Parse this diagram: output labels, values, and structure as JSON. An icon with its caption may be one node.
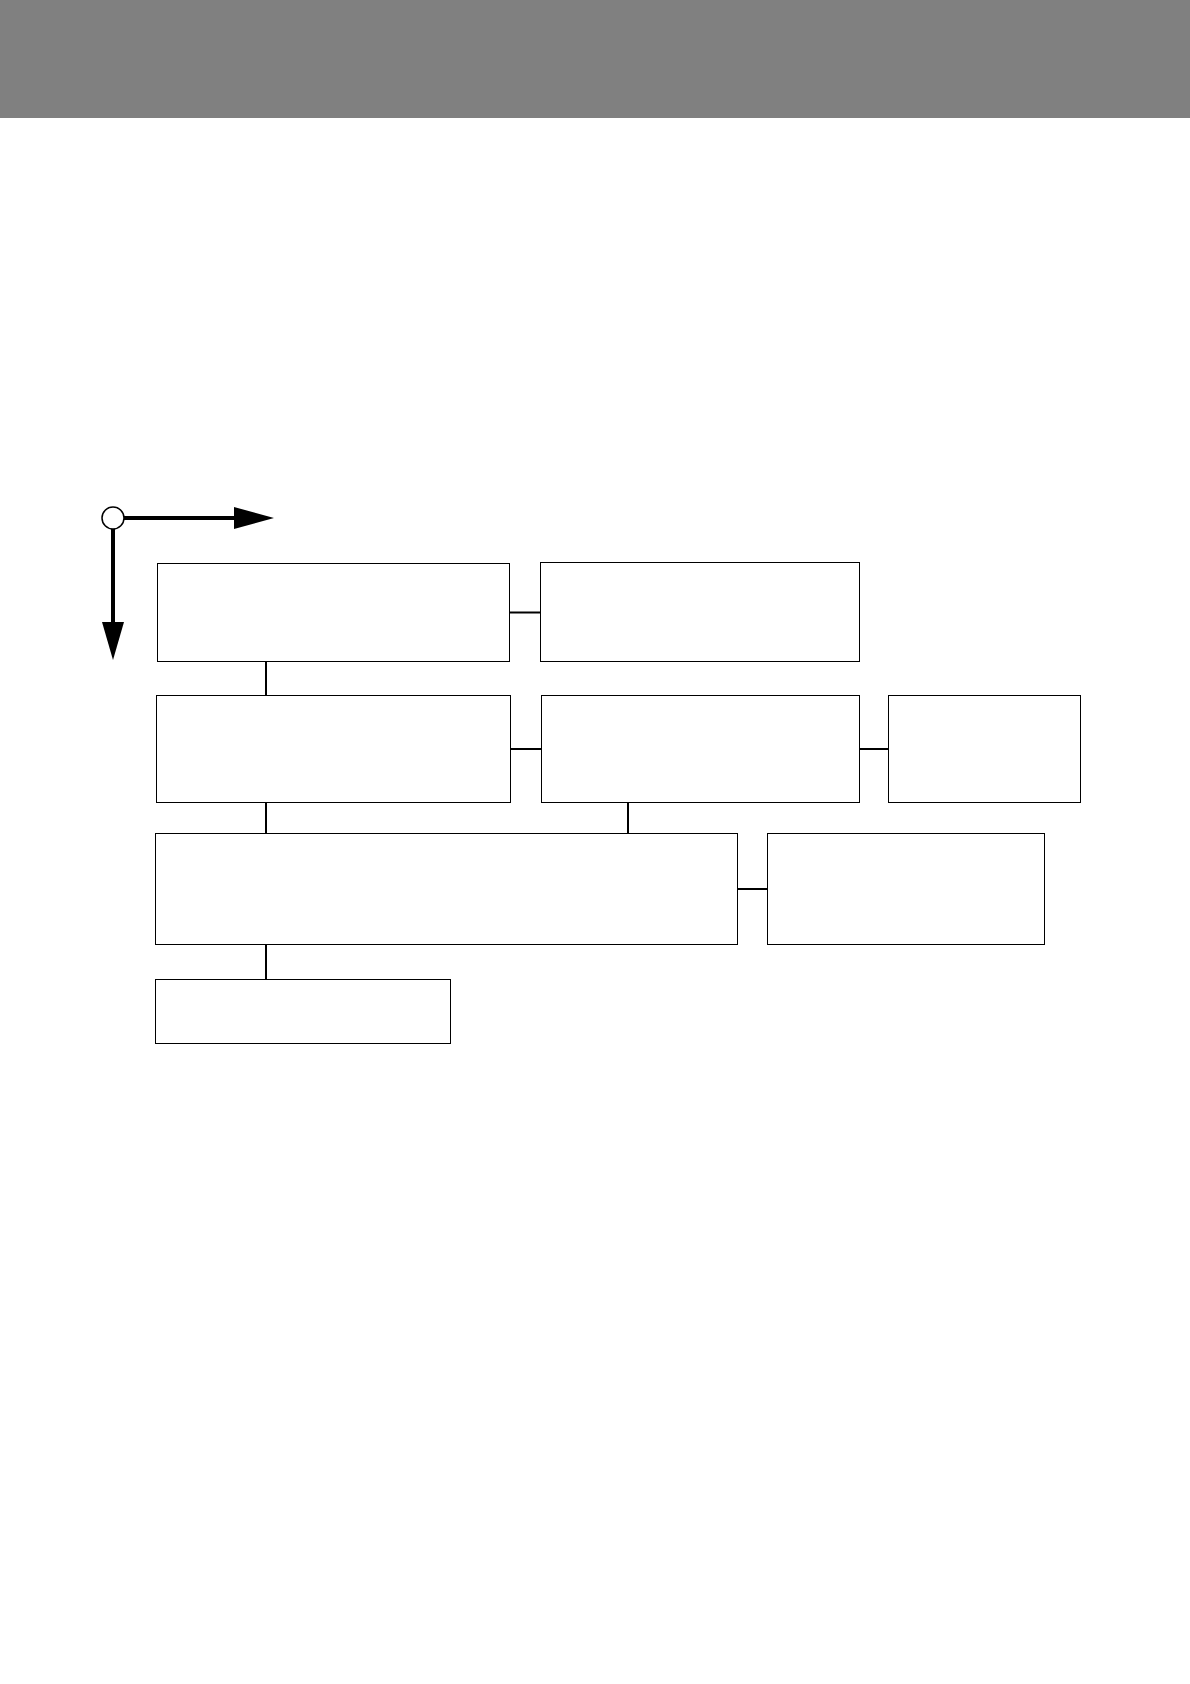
{
  "diagram": {
    "nodes": [
      {
        "text": [],
        "shape": "box"
      },
      {
        "text": [],
        "shape": "box"
      },
      {
        "text": [],
        "shape": "box"
      },
      {
        "text": [],
        "shape": "box"
      },
      {
        "text": [],
        "shape": "box"
      },
      {
        "text": [],
        "shape": "box"
      },
      {
        "text": [],
        "shape": "box"
      },
      {
        "text": [],
        "shape": "box"
      }
    ],
    "edges": [
      {
        "from": 0,
        "to": 1,
        "arrow": "none"
      },
      {
        "from": 0,
        "to": 2,
        "arrow": "none"
      },
      {
        "from": 2,
        "to": 3,
        "arrow": "none"
      },
      {
        "from": 3,
        "to": 4,
        "arrow": "none"
      },
      {
        "from": 2,
        "to": 5,
        "arrow": "none"
      },
      {
        "from": 3,
        "to": 5,
        "arrow": "none"
      },
      {
        "from": 5,
        "to": 6,
        "arrow": "none"
      },
      {
        "from": 5,
        "to": 7,
        "arrow": "none"
      }
    ]
  }
}
